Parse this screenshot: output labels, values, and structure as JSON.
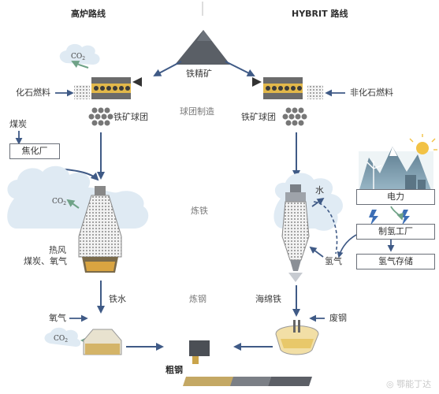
{
  "routes": {
    "left_title": "高炉路线",
    "right_title": "HYBRIT 路线"
  },
  "stages": {
    "pelletizing": "球团制造",
    "ironmaking": "炼铁",
    "steelmaking": "炼钢"
  },
  "left": {
    "co2_1_main": "CO",
    "co2_1_sub": "2",
    "fossil_fuel": "化石燃料",
    "pellets": "铁矿球团",
    "coal": "煤炭",
    "coking_plant": "焦化厂",
    "co2_2_main": "CO",
    "co2_2_sub": "2",
    "hot_blast": "热风",
    "coal_oxygen": "煤炭、氧气",
    "molten_iron": "铁水",
    "oxygen": "氧气",
    "co2_3_main": "CO",
    "co2_3_sub": "2"
  },
  "center": {
    "iron_ore": "铁精矿",
    "crude_steel": "粗钢"
  },
  "right": {
    "non_fossil_fuel": "非化石燃料",
    "pellets": "铁矿球团",
    "water": "水",
    "electricity": "电力",
    "h2_plant": "制氢工厂",
    "h2_storage": "氢气存储",
    "hydrogen": "氢气",
    "sponge_iron": "海绵铁",
    "scrap": "废钢"
  },
  "watermark": "鄂能丁达"
}
